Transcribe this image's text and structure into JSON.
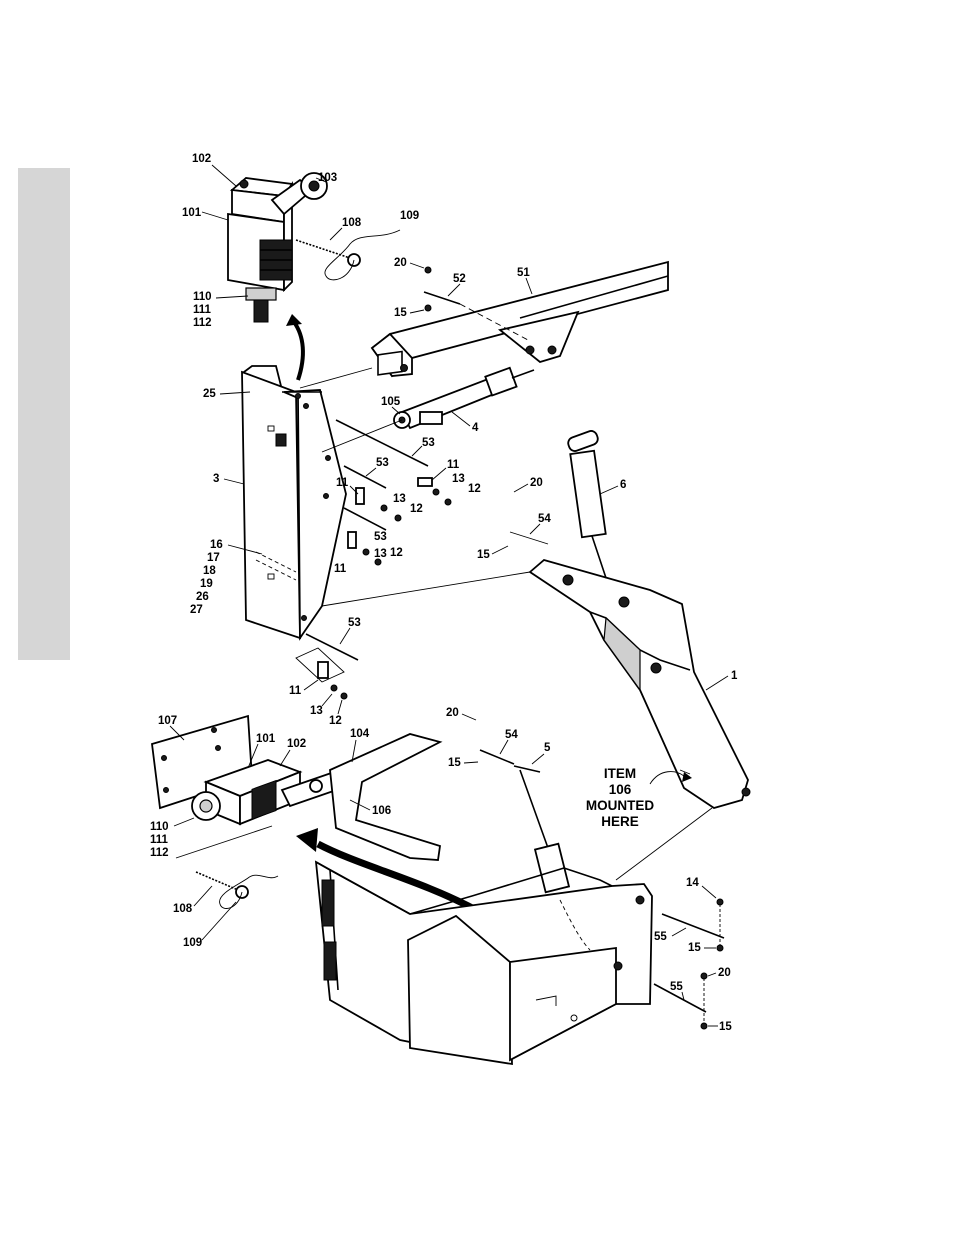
{
  "labels": [
    {
      "id": "l102a",
      "text": "102"
    },
    {
      "id": "l103",
      "text": "103"
    },
    {
      "id": "l101a",
      "text": "101"
    },
    {
      "id": "l108a",
      "text": "108"
    },
    {
      "id": "l109a",
      "text": "109"
    },
    {
      "id": "l110a",
      "text": "110"
    },
    {
      "id": "l111a",
      "text": "111"
    },
    {
      "id": "l112a",
      "text": "112"
    },
    {
      "id": "l20a",
      "text": "20"
    },
    {
      "id": "l52",
      "text": "52"
    },
    {
      "id": "l51",
      "text": "51"
    },
    {
      "id": "l15a",
      "text": "15"
    },
    {
      "id": "l25",
      "text": "25"
    },
    {
      "id": "l105",
      "text": "105"
    },
    {
      "id": "l4",
      "text": "4"
    },
    {
      "id": "l53a",
      "text": "53"
    },
    {
      "id": "l53b",
      "text": "53"
    },
    {
      "id": "l11a",
      "text": "11"
    },
    {
      "id": "l11b",
      "text": "11"
    },
    {
      "id": "l13a",
      "text": "13"
    },
    {
      "id": "l12a",
      "text": "12"
    },
    {
      "id": "l13b",
      "text": "13"
    },
    {
      "id": "l12b",
      "text": "12"
    },
    {
      "id": "l3",
      "text": "3"
    },
    {
      "id": "l53c",
      "text": "53"
    },
    {
      "id": "l13c",
      "text": "13"
    },
    {
      "id": "l12c",
      "text": "12"
    },
    {
      "id": "l16",
      "text": "16"
    },
    {
      "id": "l17",
      "text": "17"
    },
    {
      "id": "l18",
      "text": "18"
    },
    {
      "id": "l19",
      "text": "19"
    },
    {
      "id": "l26",
      "text": "26"
    },
    {
      "id": "l27",
      "text": "27"
    },
    {
      "id": "l11c",
      "text": "11"
    },
    {
      "id": "l20b",
      "text": "20"
    },
    {
      "id": "l6",
      "text": "6"
    },
    {
      "id": "l54a",
      "text": "54"
    },
    {
      "id": "l15b",
      "text": "15"
    },
    {
      "id": "l53d",
      "text": "53"
    },
    {
      "id": "l11d",
      "text": "11"
    },
    {
      "id": "l13d",
      "text": "13"
    },
    {
      "id": "l12d",
      "text": "12"
    },
    {
      "id": "l1",
      "text": "1"
    },
    {
      "id": "l107",
      "text": "107"
    },
    {
      "id": "l101b",
      "text": "101"
    },
    {
      "id": "l102b",
      "text": "102"
    },
    {
      "id": "l104",
      "text": "104"
    },
    {
      "id": "l20c",
      "text": "20"
    },
    {
      "id": "l54b",
      "text": "54"
    },
    {
      "id": "l5",
      "text": "5"
    },
    {
      "id": "l15c",
      "text": "15"
    },
    {
      "id": "l106",
      "text": "106"
    },
    {
      "id": "l110b",
      "text": "110"
    },
    {
      "id": "l111b",
      "text": "111"
    },
    {
      "id": "l112b",
      "text": "112"
    },
    {
      "id": "l108b",
      "text": "108"
    },
    {
      "id": "l109b",
      "text": "109"
    },
    {
      "id": "l14",
      "text": "14"
    },
    {
      "id": "l55a",
      "text": "55"
    },
    {
      "id": "l15d",
      "text": "15"
    },
    {
      "id": "l20d",
      "text": "20"
    },
    {
      "id": "l55b",
      "text": "55"
    },
    {
      "id": "l15e",
      "text": "15"
    }
  ],
  "note": {
    "line1": "ITEM",
    "line2": "106",
    "line3": "MOUNTED",
    "line4": "HERE"
  }
}
